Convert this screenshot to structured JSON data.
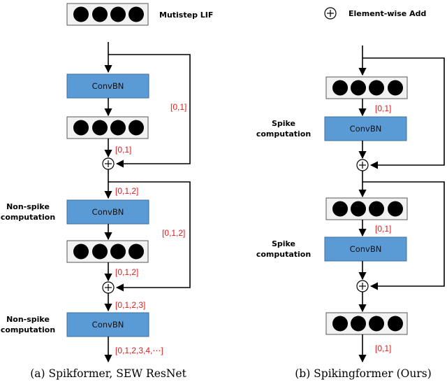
{
  "legend": {
    "lif_label": "Mutistep LIF",
    "add_label": "Element-wise Add"
  },
  "blocks": {
    "convbn_label": "ConvBN"
  },
  "left": {
    "labels": {
      "skip1": "[0,1]",
      "after_lif1": "[0,1]",
      "after_add1": "[0,1,2]",
      "skip2": "[0,1,2]",
      "after_add2": "[0,1,2,3]",
      "output": "[0,1,2,3,4,⋯]"
    },
    "side_labels": {
      "nonspike1_line1": "Non-spike",
      "nonspike1_line2": "computation",
      "nonspike2_line1": "Non-spike",
      "nonspike2_line2": "computation"
    },
    "caption": "(a) Spikformer, SEW ResNet"
  },
  "right": {
    "labels": {
      "after_lif1": "[0,1]",
      "after_lif2": "[0,1]",
      "output": "[0,1]"
    },
    "side_labels": {
      "spike1_line1": "Spike",
      "spike1_line2": "computation",
      "spike2_line1": "Spike",
      "spike2_line2": "computation"
    },
    "caption": "(b) Spikingformer (Ours)"
  }
}
